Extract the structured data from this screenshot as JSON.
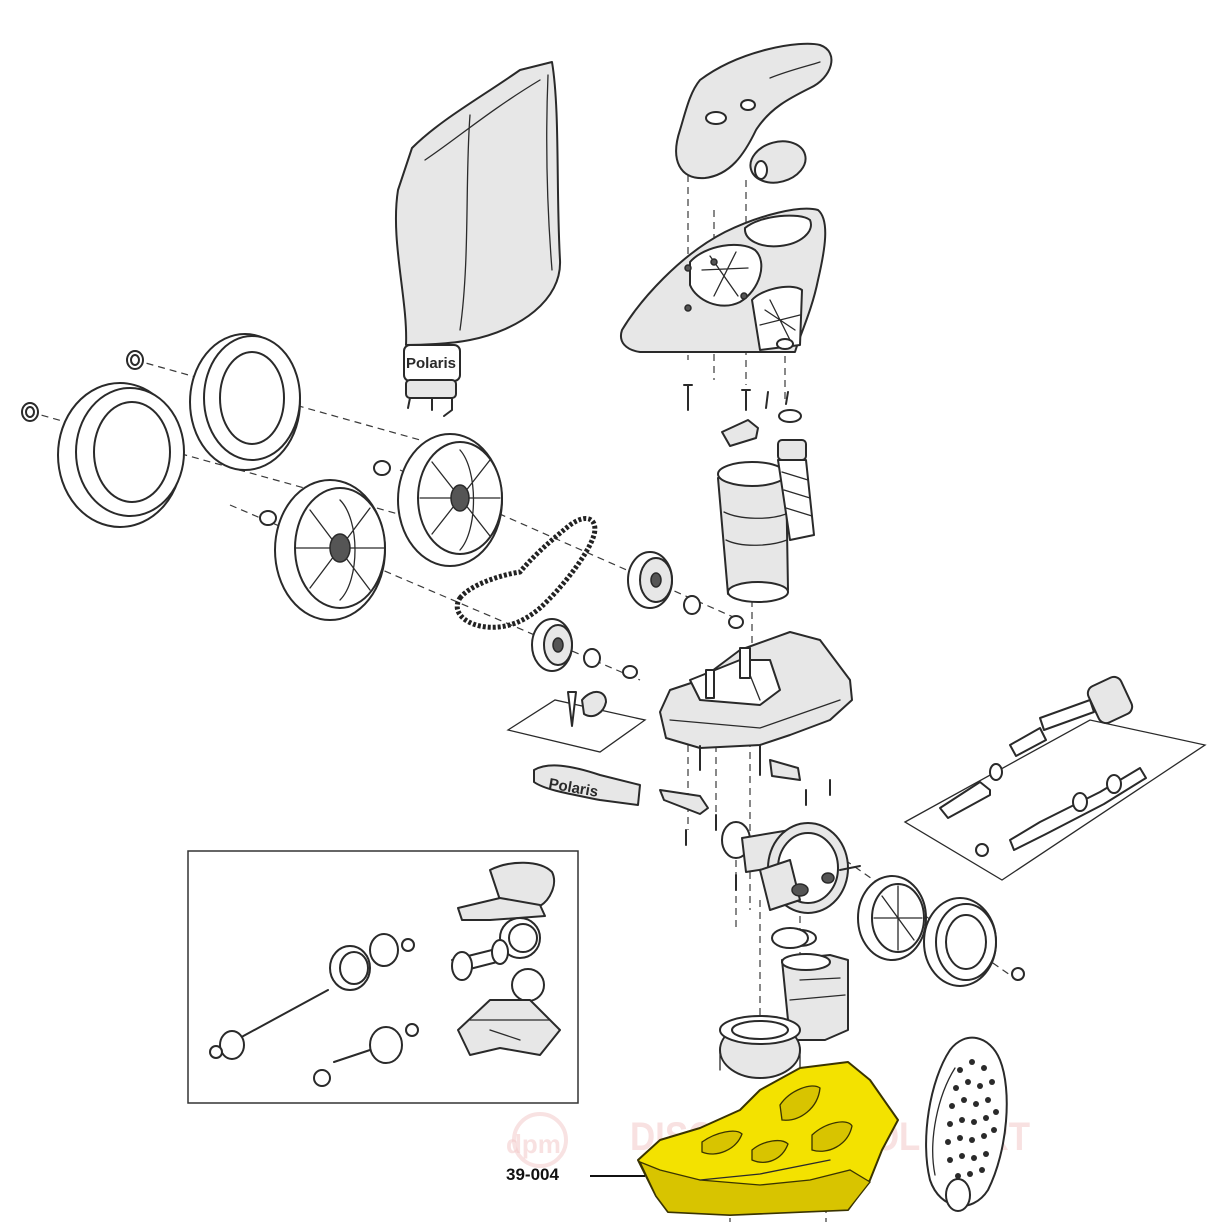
{
  "diagram": {
    "part_callout": {
      "number": "39-004"
    },
    "brand_marks": [
      "Polaris",
      "Polaris"
    ],
    "watermark": {
      "logo": "dpm",
      "text": "DISCOUNT POOL MART"
    },
    "colors": {
      "highlight": "#f3e200",
      "line": "#2a2a2a",
      "background": "#ffffff"
    }
  }
}
